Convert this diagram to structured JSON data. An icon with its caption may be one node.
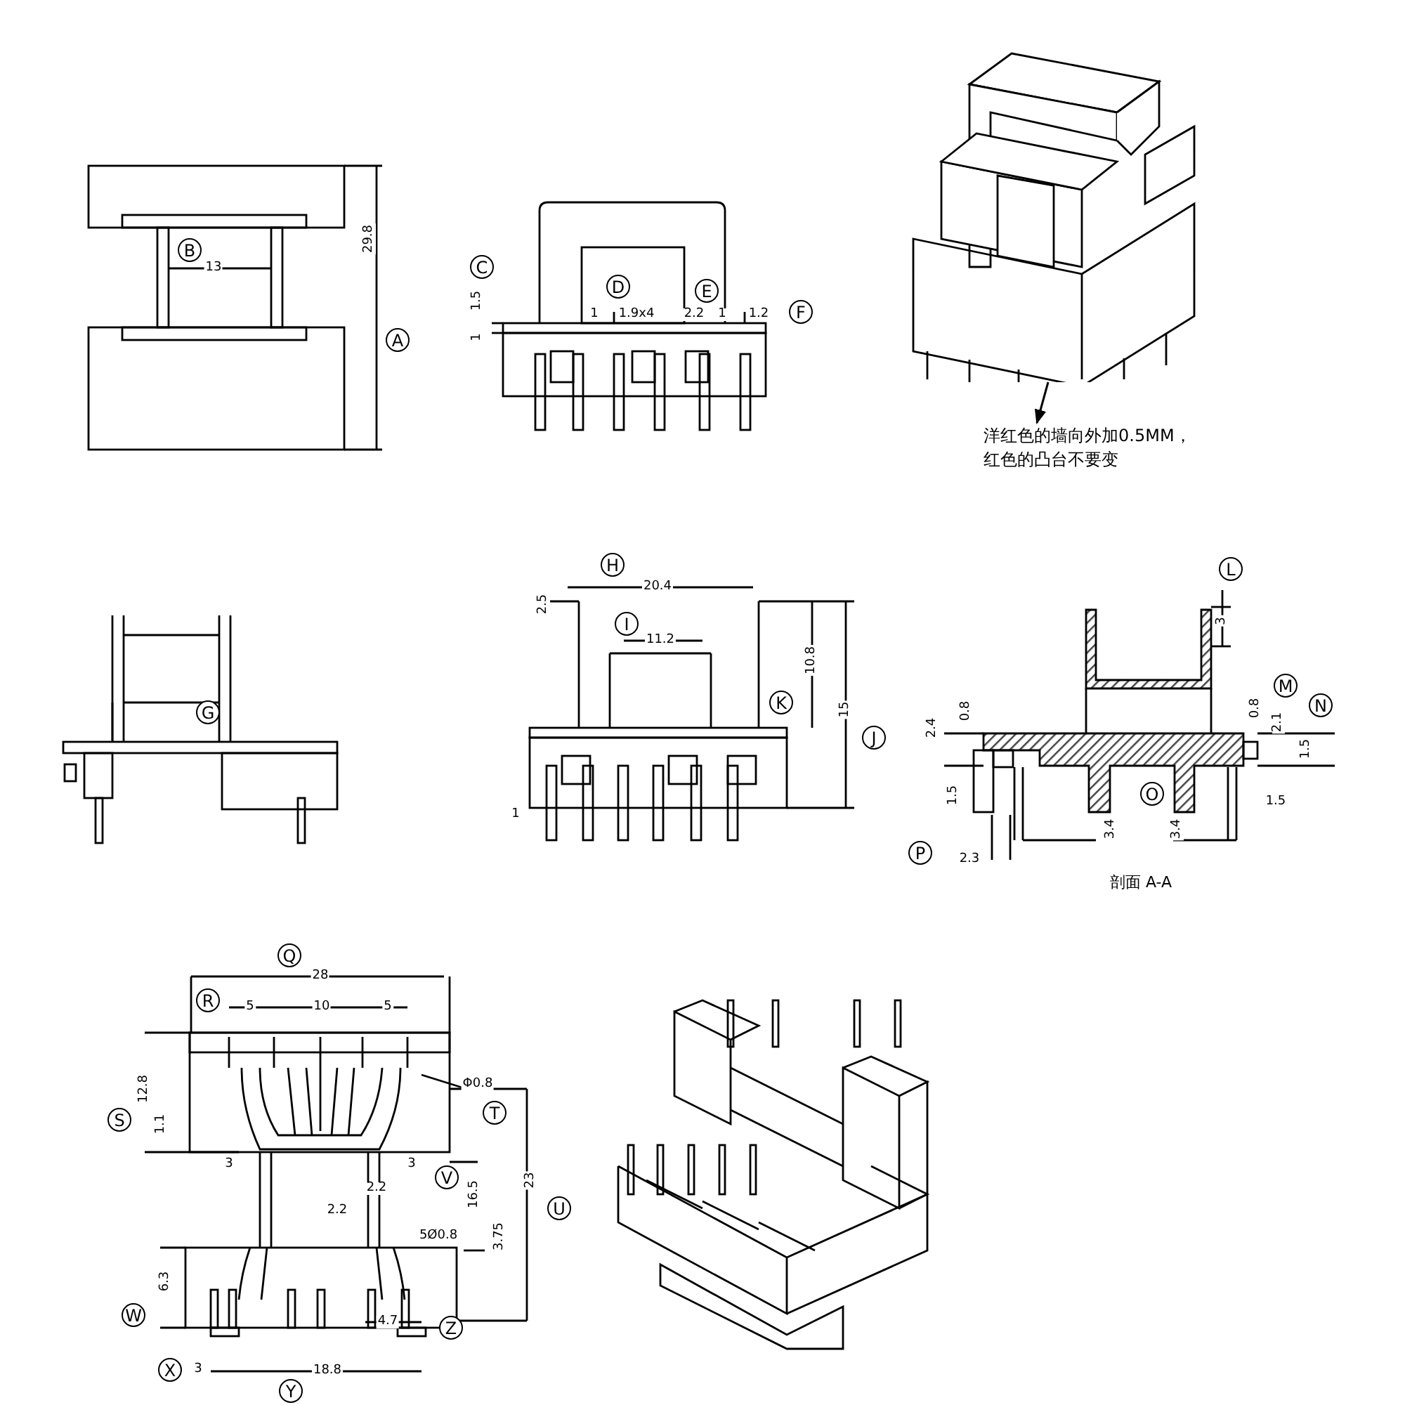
{
  "diagram": {
    "nodes": [
      {
        "text": [],
        "shape": "picture"
      },
      {
        "text": [
          "洋红色的墙向外加0.5MM，红色的凸台不要变"
        ]
      }
    ],
    "edges": [
      {
        "from": 0,
        "to": 1,
        "arrow": "to"
      }
    ],
    "labels": [
      "B",
      "13",
      "29.8",
      "A",
      "C",
      "1.5",
      "1",
      "D",
      "E",
      "1",
      "1.9x4",
      "2.2",
      "1",
      "1.2",
      "F",
      "G",
      "H",
      "20.4",
      "2.5",
      "I",
      "11.2",
      "10.8",
      "K",
      "15",
      "J",
      "1",
      "L",
      "3",
      "M",
      "N",
      "2.4",
      "0.8",
      "0.8",
      "2.1",
      "1.5",
      "1.5",
      "O",
      "3.4",
      "3.4",
      "1.5",
      "P",
      "2.3",
      "剖面 A-A",
      "Q",
      "28",
      "R",
      "5",
      "10",
      "5",
      "12.8",
      "S",
      "1.1",
      "Φ0.8",
      "T",
      "3",
      "3",
      "2.2",
      "2.2",
      "V",
      "16.5",
      "23",
      "U",
      "5Ø0.8",
      "3.75",
      "6.3",
      "W",
      "4.7",
      "Z",
      "X",
      "3",
      "18.8",
      "Y"
    ]
  }
}
